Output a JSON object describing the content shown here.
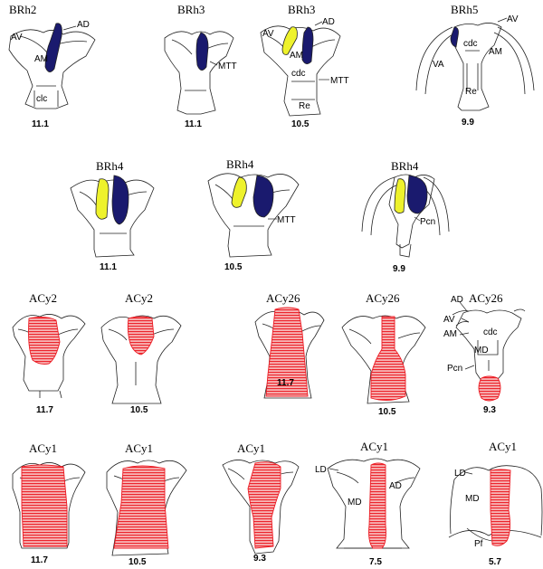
{
  "colors": {
    "navy": "#1a1a6e",
    "yellow": "#eef22c",
    "hatch": "#ec1c24",
    "hatch_fill": "#f7b5b5",
    "outline": "#222222"
  },
  "panels": [
    {
      "row": 1,
      "title": "BRh2",
      "level": "11.1",
      "labels": [
        "AV",
        "AD",
        "AM",
        "clc"
      ]
    },
    {
      "row": 1,
      "title": "BRh3",
      "level": "11.1",
      "labels": [
        "MTT"
      ]
    },
    {
      "row": 1,
      "title": "BRh3",
      "level": "10.5",
      "labels": [
        "AV",
        "AD",
        "AM",
        "cdc",
        "MTT",
        "Re"
      ]
    },
    {
      "row": 1,
      "title": "BRh5",
      "level": "9.9",
      "labels": [
        "AV",
        "cdc",
        "AM",
        "VA",
        "Re"
      ]
    },
    {
      "row": 2,
      "title": "BRh4",
      "level": "11.1",
      "labels": []
    },
    {
      "row": 2,
      "title": "BRh4",
      "level": "10.5",
      "labels": [
        "MTT"
      ]
    },
    {
      "row": 2,
      "title": "BRh4",
      "level": "9.9",
      "labels": [
        "Pcn"
      ]
    },
    {
      "row": 3,
      "title": "ACy2",
      "level": "11.7",
      "labels": []
    },
    {
      "row": 3,
      "title": "ACy2",
      "level": "10.5",
      "labels": []
    },
    {
      "row": 3,
      "title": "ACy26",
      "level": "11.7",
      "labels": []
    },
    {
      "row": 3,
      "title": "ACy26",
      "level": "10.5",
      "labels": []
    },
    {
      "row": 3,
      "title": "ACy26",
      "level": "9.3",
      "labels": [
        "AD",
        "AV",
        "cdc",
        "AM",
        "MD",
        "Pcn"
      ]
    },
    {
      "row": 4,
      "title": "ACy1",
      "level": "11.7",
      "labels": []
    },
    {
      "row": 4,
      "title": "ACy1",
      "level": "10.5",
      "labels": []
    },
    {
      "row": 4,
      "title": "ACy1",
      "level": "9.3",
      "labels": []
    },
    {
      "row": 4,
      "title": "ACy1",
      "level": "7.5",
      "labels": [
        "LD",
        "AD",
        "MD"
      ]
    },
    {
      "row": 4,
      "title": "ACy1",
      "level": "5.7",
      "labels": [
        "LD",
        "MD",
        "Pf"
      ]
    }
  ]
}
